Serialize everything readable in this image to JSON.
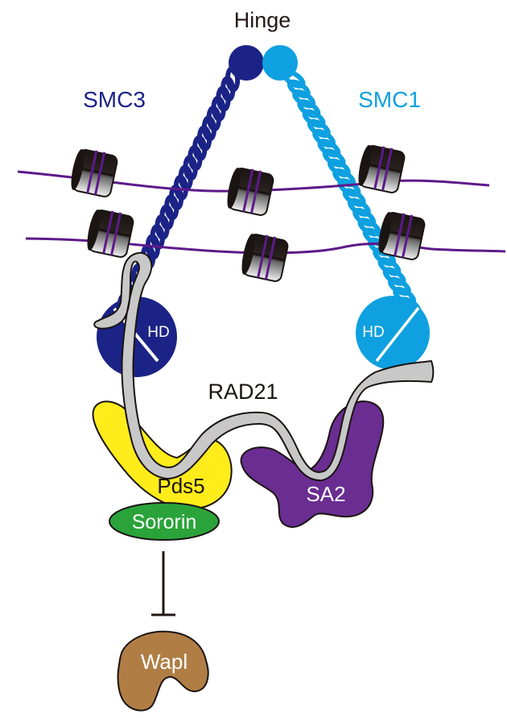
{
  "diagram": {
    "title": "Cohesin complex on chromatin",
    "labels": {
      "hinge": "Hinge",
      "smc3": "SMC3",
      "smc1": "SMC1",
      "hd_left": "HD",
      "hd_right": "HD",
      "rad21": "RAD21",
      "pds5": "Pds5",
      "sororin": "Sororin",
      "sa2": "SA2",
      "wapl": "Wapl"
    },
    "colors": {
      "smc3": "#1b2387",
      "smc1": "#0ea0e0",
      "dna": "#5e1a8a",
      "nucleosome": "#1a1412",
      "rad21": "#c8c8c8",
      "pds5": "#ffec1a",
      "sororin": "#2aa43a",
      "sa2": "#6a2d91",
      "wapl": "#b07e45",
      "outline": "#1a1412"
    },
    "relations": [
      {
        "from": "Sororin",
        "to": "Wapl",
        "type": "inhibits"
      }
    ]
  }
}
